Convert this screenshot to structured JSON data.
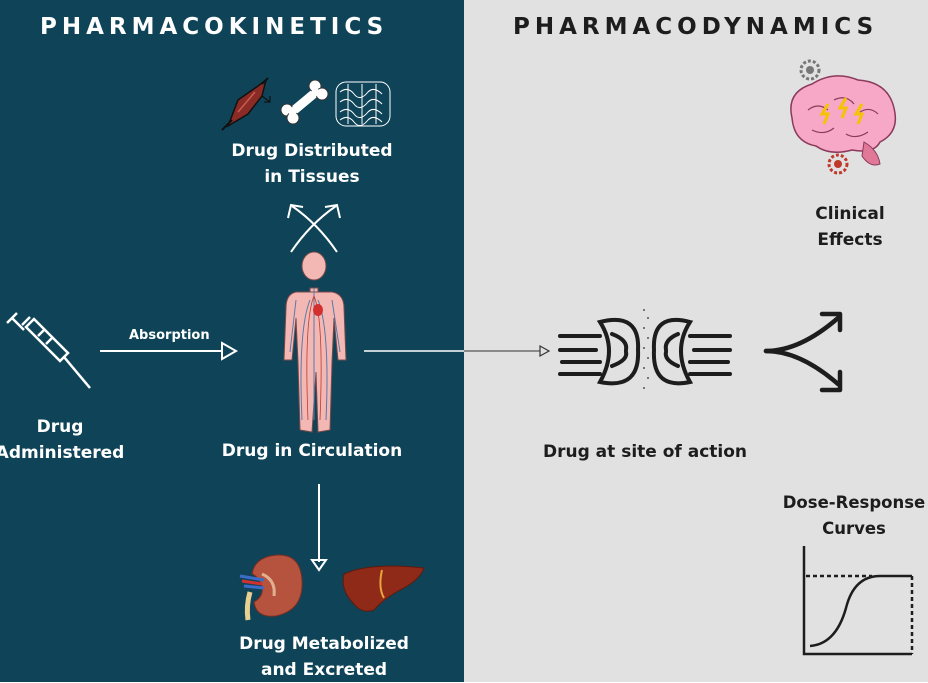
{
  "titles": {
    "pharmacokinetics": "PHARMACOKINETICS",
    "pharmacodynamics": "PHARMACODYNAMICS"
  },
  "labels": {
    "drug_distributed": "Drug Distributed\nin Tissues",
    "drug_administered": "Drug\nAdministered",
    "absorption": "Absorption",
    "drug_in_circulation": "Drug in Circulation",
    "drug_metabolized": "Drug Metabolized\nand Excreted",
    "clinical_effects": "Clinical\nEffects",
    "drug_at_site": "Drug at site of action",
    "dose_response": "Dose-Response\nCurves"
  },
  "icons": [
    "muscle-icon",
    "bone-icon",
    "tissue-mesh-icon",
    "syringe-icon",
    "human-body-icon",
    "kidney-icon",
    "liver-icon",
    "brain-icon",
    "synapse-icon",
    "split-arrow-icon",
    "dose-response-curve-icon"
  ],
  "colors": {
    "pk_background": "#0f4458",
    "pd_background": "#e1e1e1",
    "light_text": "#ffffff",
    "dark_text": "#1d1d1d"
  }
}
